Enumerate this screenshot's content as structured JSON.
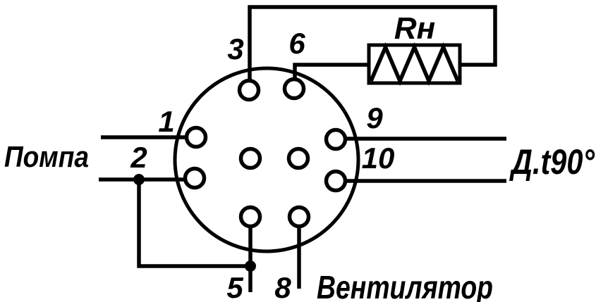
{
  "diagram": {
    "type": "wiring-schematic",
    "colors": {
      "line": "#000000",
      "background": "#ffffff"
    },
    "labels": {
      "pompa": "Помпа",
      "ventilator": "Вентилятор",
      "sensor": "Д.t90°",
      "resistor": "Rн"
    },
    "pins": {
      "p1": "1",
      "p2": "2",
      "p3": "3",
      "p5": "5",
      "p6": "6",
      "p8": "8",
      "p9": "9",
      "p10": "10"
    }
  }
}
